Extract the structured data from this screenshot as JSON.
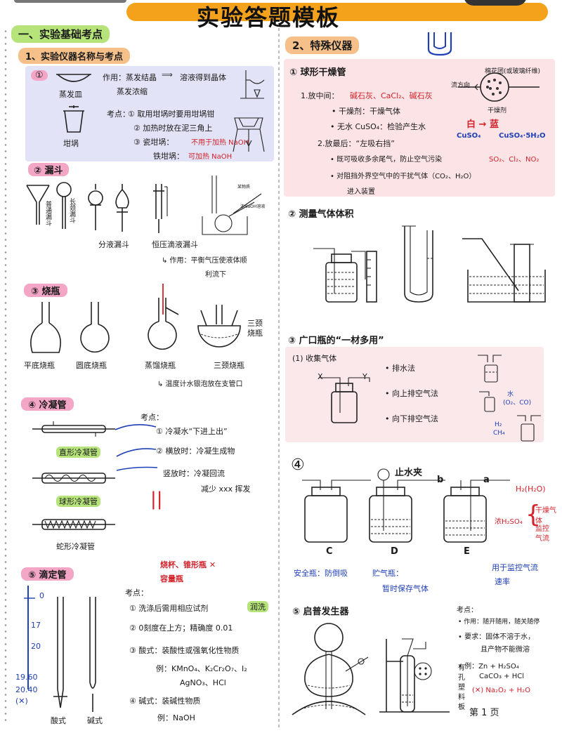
{
  "page_title": "实验答题模板",
  "left": {
    "section1_heading": "一、实验基础考点",
    "sub1_heading": "1、实验仪器名称与考点",
    "block1": {
      "num": "①",
      "item_a": "蒸发皿",
      "item_b": "坩埚",
      "use_label": "作用：蒸发结晶",
      "use_arrow_text": "溶液得到晶体",
      "use_line2": "蒸发浓缩",
      "notes_head": "考点：",
      "note1": "① 取用坩埚时要用坩埚钳",
      "note2": "② 加热时放在泥三角上",
      "note3": "③ 瓷坩埚：",
      "note3_red": "不用于加热 NaOH",
      "note4": "铁坩埚：",
      "note4_red": "可加热 NaOH"
    },
    "block2": {
      "heading": "② 漏斗",
      "funnel_side_label1": "普通漏斗",
      "funnel_side_label2": "长颈漏斗",
      "label_sep": "分液漏斗",
      "label_const": "恒压滴液漏斗",
      "const_note1": "↳ 作用：平衡气压使液体顺",
      "const_note2": "利流下"
    },
    "block3": {
      "heading": "③ 烧瓶",
      "label_a": "平底烧瓶",
      "label_b": "圆底烧瓶",
      "label_c": "蒸馏烧瓶",
      "label_d": "三颈烧瓶",
      "three_neck_tag1": "三颈",
      "three_neck_tag2": "烧瓶",
      "note": "↳ 温度计水银泡放在支管口"
    },
    "block4": {
      "heading": "④ 冷凝管",
      "label_a": "直形冷凝管",
      "label_b": "球形冷凝管",
      "label_c": "蛇形冷凝管",
      "notes_head": "考点：",
      "note1": "① 冷凝水“下进上出”",
      "note2": "② 横放时：冷凝生成物",
      "note3a": "竖放时：冷凝回流",
      "note3b": "减少 xxx 挥发"
    },
    "block5": {
      "heading": "⑤ 滴定管",
      "red_note1": "烧杯、锥形瓶 ✕",
      "red_note2": "容量瓶",
      "notes_head": "考点：",
      "note1": "① 洗涤后需用相应试剂",
      "note1_hl": "润洗",
      "note2": "② 0刻度在上方；精确度 0.01",
      "note3": "③ 酸式：装酸性或强氧化性物质",
      "note3_eg": "例：KMnO₄、K₂Cr₂O₇、I₂",
      "note3_eg2": "AgNO₃、HCl",
      "note4": "④ 碱式：装碱性物质",
      "note4_eg": "例：NaOH",
      "label_acid": "酸式",
      "label_base": "碱式",
      "mark_0": "0",
      "mark_17": "17",
      "mark_20": "20",
      "read1": "19.60",
      "read2": "20.40",
      "read_x": "(✕)"
    }
  },
  "right": {
    "section2_heading": "2、特殊仪器",
    "block1": {
      "heading": "① 球形干燥管",
      "diagram_label_top": "棉花团(或玻璃纤维)",
      "diagram_label_flow": "流方向",
      "diagram_label_drying": "干燥剂",
      "line1": "1.放中间：",
      "line1_red": "碱石灰、CaCl₂、碱石灰",
      "line2": "• 干燥剂：干燥气体",
      "line3": "• 无水 CuSO₄：检验产生水",
      "line3_red": "白 → 蓝",
      "line3_blue_a": "CuSO₄",
      "line3_blue_b": "CuSO₄·5H₂O",
      "line4": "2.放最后：“左吸右挡”",
      "line5": "• 既可吸收多余尾气，防止空气污染",
      "line5_red": "SO₂、Cl₂、NO₂",
      "line6": "• 对阻挡外界空气中的干扰气体（CO₂、H₂O）",
      "line7": "进入装置"
    },
    "block2": {
      "heading": "② 测量气体体积"
    },
    "block3": {
      "heading": "③ 广口瓶的“一材多用”",
      "sub": "(1) 收集气体",
      "item1": "• 排水法",
      "item2": "• 向上排空气法",
      "item3": "• 向下排空气法",
      "x_label": "X",
      "y_label": "Y",
      "blue1": "水",
      "blue2": "(O₂、CO)",
      "blue3": "H₂",
      "blue4": "CH₄"
    },
    "block4": {
      "heading": "④",
      "clip": "止水夹",
      "a": "a",
      "b": "b",
      "gas": "H₂(H₂O)",
      "label_c": "C",
      "label_d": "D",
      "label_e": "E",
      "cap_c": "安全瓶：防倒吸",
      "cap_d": "贮气瓶：",
      "cap_d2": "暂时保存气体",
      "liquid_e": "浓H₂SO₄",
      "brace1": "干燥气体",
      "brace2": "监控",
      "brace3": "气流",
      "cap_e": "用于监控气流",
      "cap_e2": "速率"
    },
    "block5": {
      "heading": "⑤ 启普发生器",
      "notes_head": "考点：",
      "note1": "• 作用：随开随用，随关随停",
      "note2": "• 要求：固体不溶于水，",
      "note2b": "且产物不能微溶",
      "note3": "• 例：Zn + H₂SO₄",
      "note3b": "CaCO₃ + HCl",
      "note3c": "(✕) Na₂O₂ + H₂O",
      "plate1": "有",
      "plate2": "孔",
      "plate3": "塑",
      "plate4": "料",
      "plate5": "板",
      "page": "第 1 页"
    }
  }
}
